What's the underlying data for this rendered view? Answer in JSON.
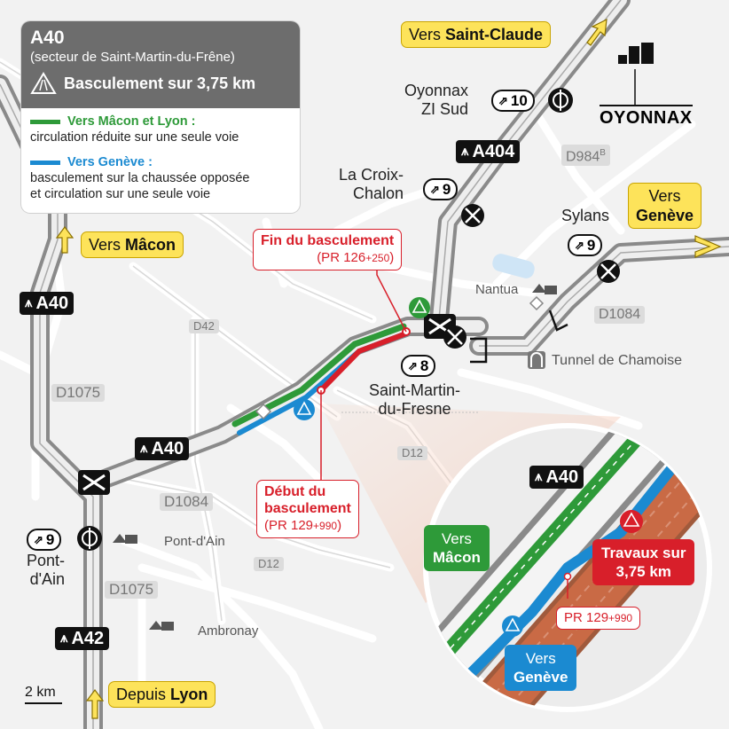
{
  "legend": {
    "title": "A40",
    "subtitle": "(secteur de Saint-Martin-du-Frêne)",
    "basculement": "Basculement sur 3,75 km",
    "macon_title": "Vers Mâcon et Lyon :",
    "macon_text": "circulation réduite sur une seule voie",
    "geneve_title": "Vers Genève :",
    "geneve_text_1": "basculement sur la chaussée opposée",
    "geneve_text_2": "et circulation sur une seule voie"
  },
  "directions": {
    "saint_claude_pre": "Vers ",
    "saint_claude": "Saint-Claude",
    "geneve_pre": "Vers",
    "geneve": "Genève",
    "macon_pre": "Vers ",
    "macon": "Mâcon",
    "lyon_pre": "Depuis ",
    "lyon": "Lyon"
  },
  "roads": {
    "a40_top": "A40",
    "a40_mid": "A40",
    "a40_inset": "A40",
    "a404": "A404",
    "a42": "A42",
    "d984b": "D984",
    "d984b_sup": "B",
    "d1084_right": "D1084",
    "d42": "D42",
    "d1075_top": "D1075",
    "d1075_bottom": "D1075",
    "d1084_left": "D1084",
    "d12_mid": "D12",
    "d12_bottom": "D12"
  },
  "exits": {
    "oyonnax_num": "10",
    "oyonnax_label_1": "Oyonnax",
    "oyonnax_label_2": "ZI Sud",
    "croix_num": "9",
    "croix_label_1": "La Croix-",
    "croix_label_2": "Chalon",
    "sylans_num": "9",
    "sylans_label": "Sylans",
    "smf_num": "8",
    "smf_label_1": "Saint-Martin-",
    "smf_label_2": "du-Fresne",
    "pontdain_num": "9",
    "pontdain_label_1": "Pont-",
    "pontdain_label_2": "d'Ain"
  },
  "places": {
    "oyonnax": "OYONNAX",
    "nantua": "Nantua",
    "tunnel": "Tunnel de Chamoise",
    "pontdain": "Pont-d'Ain",
    "ambronay": "Ambronay"
  },
  "works": {
    "fin_title": "Fin du basculement",
    "fin_pr": "(PR 126",
    "fin_pr_plus": "+250",
    "fin_pr_end": ")",
    "debut_title_1": "Début du",
    "debut_title_2": "basculement",
    "debut_pr": "(PR 129",
    "debut_pr_plus": "+990",
    "debut_pr_end": ")",
    "inset_pr": "PR 129",
    "inset_pr_plus": "+990",
    "travaux_1": "Travaux sur",
    "travaux_2": "3,75 km",
    "inset_macon_1": "Vers",
    "inset_macon_2": "Mâcon",
    "inset_geneve_1": "Vers",
    "inset_geneve_2": "Genève"
  },
  "scale": "2 km",
  "colors": {
    "macon_green": "#2e9a39",
    "geneve_blue": "#1b8ad1",
    "works_red": "#d81f2a",
    "direction_yellow": "#fde35a",
    "road_gray": "#8a8a8a"
  }
}
